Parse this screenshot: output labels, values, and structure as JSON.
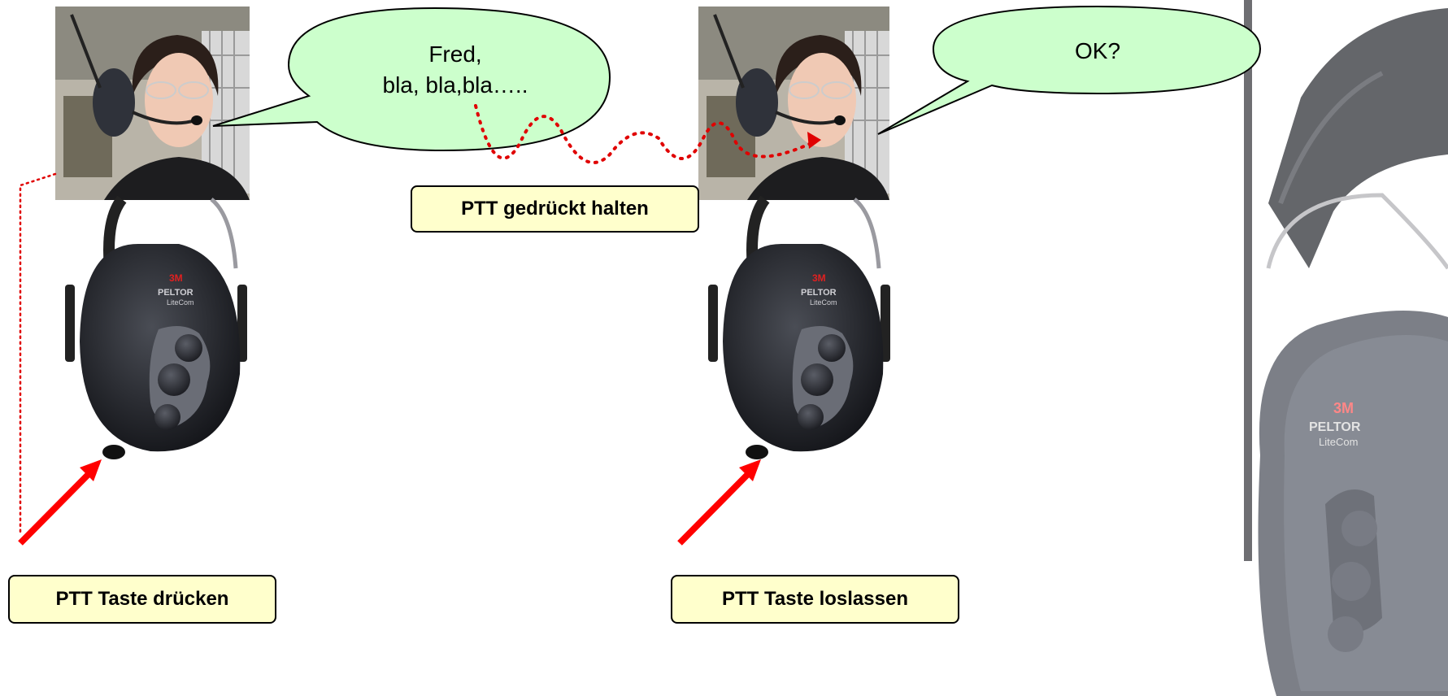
{
  "steps": {
    "press_label": "PTT Taste drücken",
    "hold_label": "PTT gedrückt halten",
    "release_label": "PTT Taste loslassen"
  },
  "bubbles": {
    "first_line1": "Fred,",
    "first_line2": "bla, bla,bla…..",
    "second": "OK?"
  },
  "device": {
    "brand": "3M",
    "product": "PELTOR",
    "model": "LiteCom"
  },
  "colors": {
    "bubble_fill": "#ccffcc",
    "label_fill": "#ffffcc",
    "arrow": "#ff0000",
    "dotted": "#e00000"
  }
}
